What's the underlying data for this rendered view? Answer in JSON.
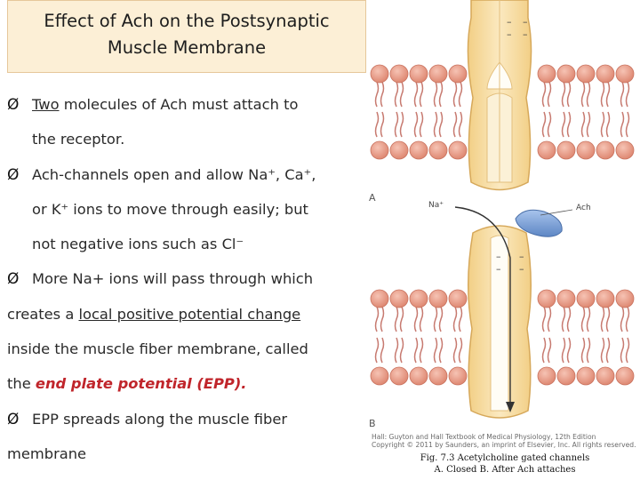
{
  "title": {
    "line1": "Effect of Ach on the Postsynaptic",
    "line2": "Muscle Membrane"
  },
  "bullet_symbol": "Ø",
  "text": {
    "b1_underlined": "Two",
    "b1_rest": " molecules of Ach must attach to",
    "b1_cont": "the receptor.",
    "b2_line1": "Ach-channels open and allow Na⁺, Ca⁺,",
    "b2_line2": "or K⁺ ions to move through easily; but",
    "b2_line3": "not negative ions such as Cl⁻",
    "b3_line1": "More Na+ ions will pass through which",
    "b3_line2_pre": "creates a ",
    "b3_line2_underlined": "local positive potential change",
    "b3_line3": "inside the muscle fiber membrane, called",
    "b3_line4_pre": "the ",
    "b3_line4_epp": "end plate potential (EPP).",
    "b4_line1": "EPP spreads along the muscle fiber",
    "b4_line2": "membrane"
  },
  "figure": {
    "panel_a": "A",
    "panel_b": "B",
    "na_label": "Na⁺",
    "ach_label": "Ach",
    "charge_symbol": "–",
    "credit_line1": "Hall: Guyton and Hall Textbook of Medical Physiology, 12th Edition",
    "credit_line2": "Copyright © 2011 by Saunders, an imprint of Elsevier, Inc. All rights reserved.",
    "caption_line1": "Fig. 7.3  Acetylcholine gated channels",
    "caption_line2": "A. Closed  B.  After Ach attaches"
  },
  "colors": {
    "title_bg": "#fcefd6",
    "lipid_head": "#e89a86",
    "channel": "#f5dca0",
    "ach_molecule": "#7fa6d8",
    "epp_text": "#c0252b"
  }
}
